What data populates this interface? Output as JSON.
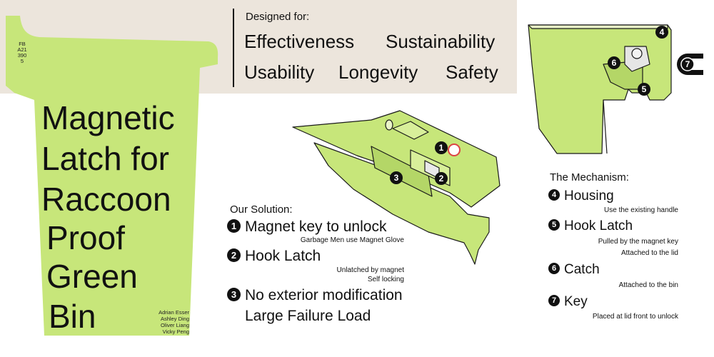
{
  "colors": {
    "green": "#c7e67a",
    "beige": "#ece5dc",
    "outline": "#1a1a1a"
  },
  "bin": {
    "code": "FBA213905",
    "title_lines": [
      "Magnetic",
      "Latch for",
      "Raccoon",
      "Proof",
      "Green",
      "Bin"
    ],
    "authors": [
      "Adrian Esser",
      "Ashley Ding",
      "Oliver Liang",
      "Vicky Peng"
    ]
  },
  "designed": {
    "heading": "Designed for:",
    "goals": [
      "Effectiveness",
      "Sustainability",
      "Usability",
      "Longevity",
      "Safety"
    ]
  },
  "solution": {
    "heading": "Our Solution:",
    "items": [
      {
        "num": "1",
        "label": "Magnet key to unlock",
        "subs": [
          "Garbage Men use Magnet Glove"
        ]
      },
      {
        "num": "2",
        "label": "Hook Latch",
        "subs": [
          "Unlatched by magnet",
          "Self locking"
        ]
      },
      {
        "num": "3",
        "label": "No exterior modification",
        "subs": []
      }
    ],
    "extra": "Large Failure Load"
  },
  "mechanism": {
    "heading": "The Mechanism:",
    "items": [
      {
        "num": "4",
        "label": "Housing",
        "subs": [
          "Use the existing handle"
        ]
      },
      {
        "num": "5",
        "label": "Hook Latch",
        "subs": [
          "Pulled by the magnet key",
          "Attached to the lid"
        ]
      },
      {
        "num": "6",
        "label": "Catch",
        "subs": [
          "Attached to the bin"
        ]
      },
      {
        "num": "7",
        "label": "Key",
        "subs": [
          "Placed at lid front to unlock"
        ]
      }
    ]
  },
  "illustration_callouts": [
    "1",
    "2",
    "3"
  ],
  "section_callouts": [
    "4",
    "5",
    "6",
    "7"
  ]
}
